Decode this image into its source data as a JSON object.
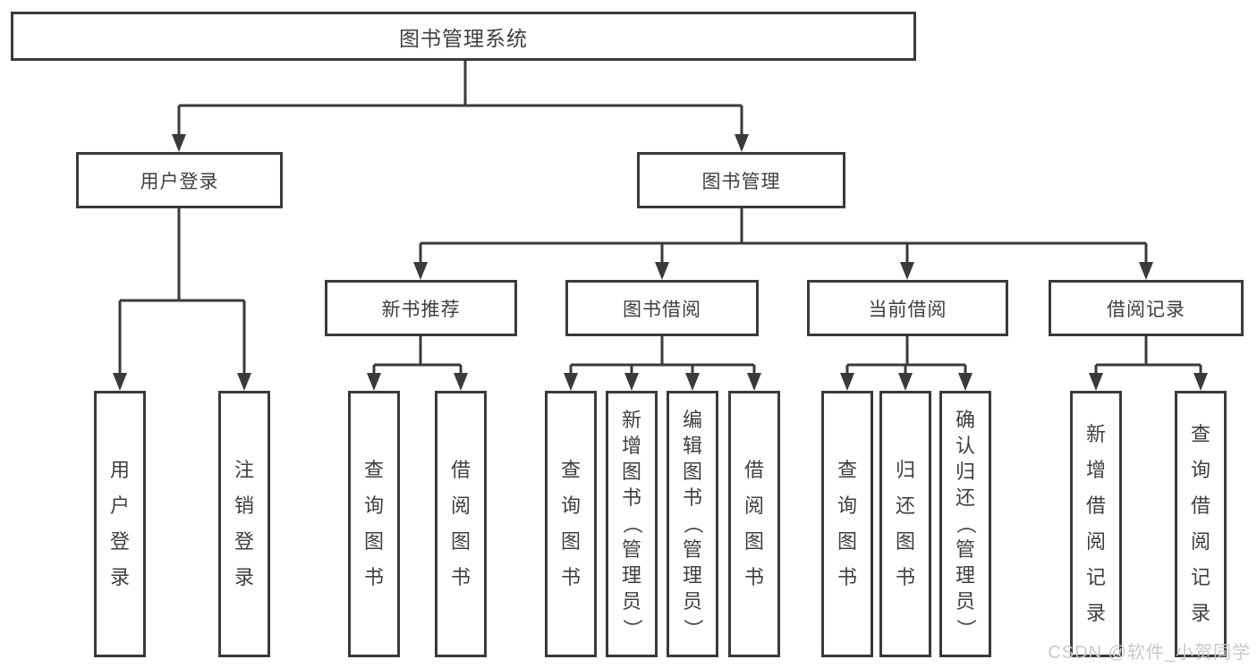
{
  "nodes": {
    "root": "图书管理系统",
    "level2": [
      "用户登录",
      "图书管理"
    ],
    "level3": [
      "新书推荐",
      "图书借阅",
      "当前借阅",
      "借阅记录"
    ],
    "leaves": {
      "login": [
        "用户登录",
        "注销登录"
      ],
      "recommend": [
        "查询图书",
        "借阅图书"
      ],
      "borrow": [
        "查询图书",
        "新增图书（管理员）",
        "编辑图书（管理员）",
        "借阅图书"
      ],
      "current": [
        "查询图书",
        "归还图书",
        "确认归还（管理员）"
      ],
      "records": [
        "新增借阅记录",
        "查询借阅记录"
      ]
    }
  },
  "watermark": "CSDN @软件_小贺同学",
  "colors": {
    "line": "#3a3a3a",
    "text": "#3f3f3f",
    "watermark": "#c9c9c9",
    "background": "#ffffff"
  }
}
